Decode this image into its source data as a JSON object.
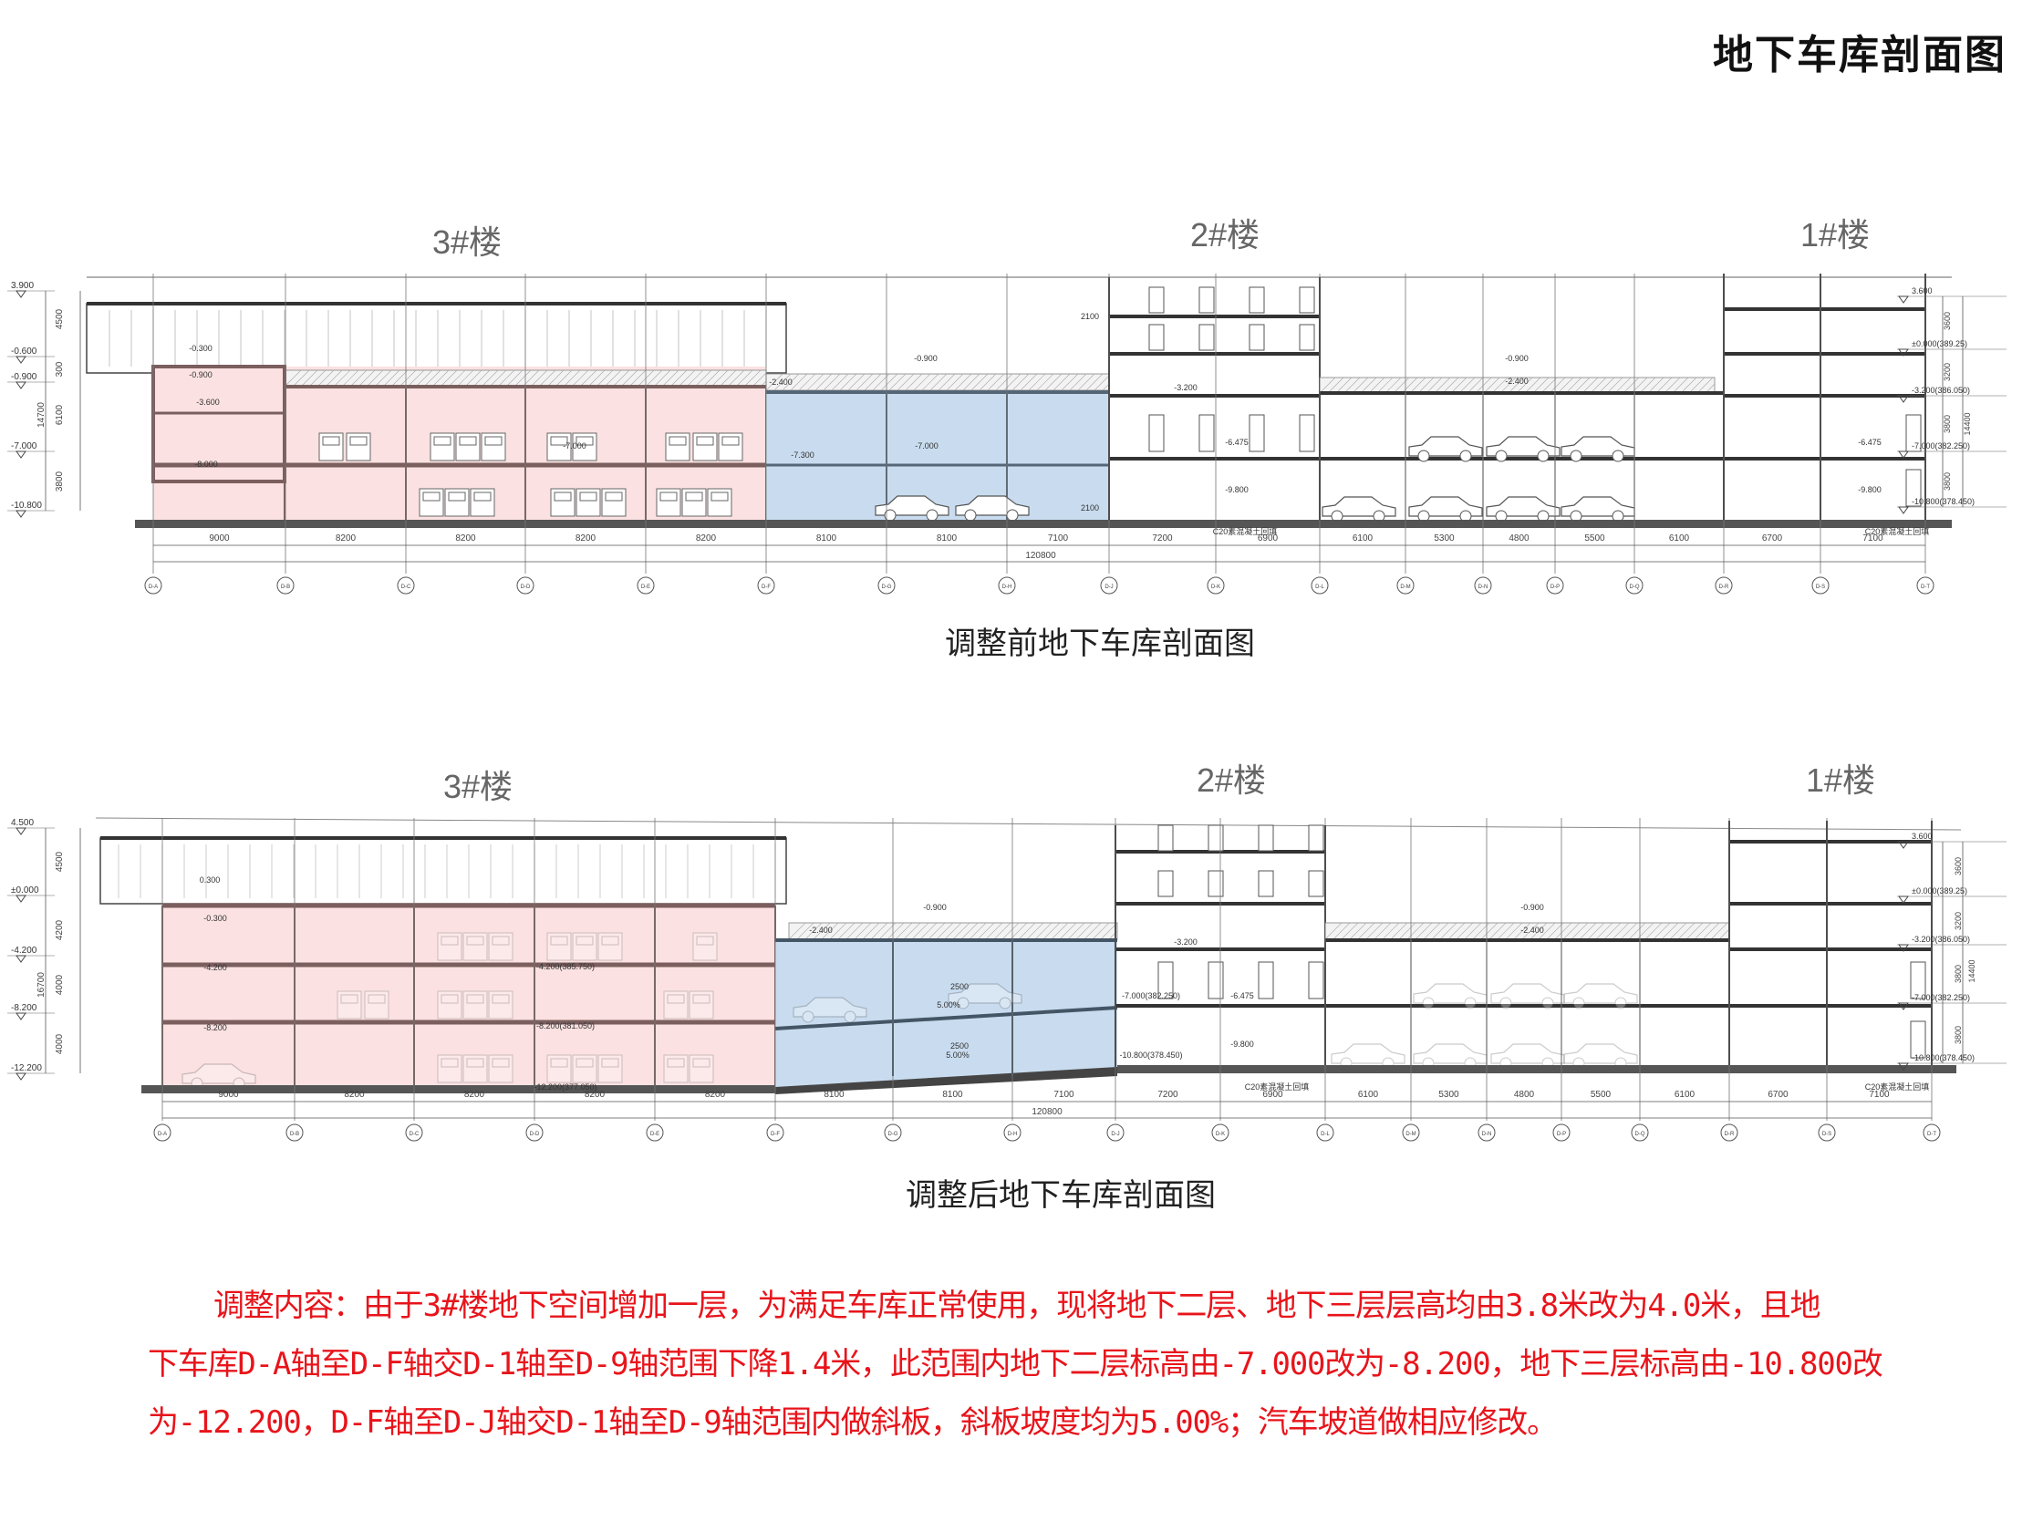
{
  "title": "地下车库剖面图",
  "colors": {
    "pink_zone": "#fbe1e1",
    "blue_zone": "#c9dcef",
    "note_text": "#e8141b",
    "line": "#3c3c3c",
    "wall": "#7b5e5e"
  },
  "before": {
    "caption": "调整前地下车库剖面图",
    "buildings": [
      "3#楼",
      "2#楼",
      "1#楼"
    ],
    "axes": [
      "D-A",
      "D-B",
      "D-C",
      "D-D",
      "D-E",
      "D-F",
      "D-G",
      "D-H",
      "D-J",
      "D-K",
      "D-L",
      "D-M",
      "D-N",
      "D-P",
      "D-Q",
      "D-R",
      "D-S",
      "D-T"
    ],
    "spans": [
      "9000",
      "8200",
      "8200",
      "8200",
      "8200",
      "8100",
      "8100",
      "7100",
      "7200",
      "6900",
      "6100",
      "5300",
      "4800",
      "5500",
      "6100",
      "6700",
      "7100"
    ],
    "total": "120800",
    "left_elevations": [
      "3.900",
      "-0.600",
      "-0.900",
      "-7.000",
      "-10.800"
    ],
    "left_dims": [
      "4500",
      "300",
      "14700",
      "6100",
      "3800"
    ],
    "right_elevations": [
      "3.600",
      "±0.000(389.25)",
      "-3.200(386.050)",
      "-7.000(382.250)",
      "-10.800(378.450)"
    ],
    "right_dims": [
      "3600",
      "3200",
      "14400",
      "3800",
      "3800"
    ],
    "labels": [
      "-0.300",
      "-0.900",
      "-3.600",
      "-8.000",
      "-7.000",
      "-7.300",
      "-7.000",
      "-2.400",
      "-0.900",
      "-0.900",
      "-2.400",
      "-3.200",
      "-6.475",
      "-9.800",
      "-6.475",
      "-9.800",
      "C20素混凝土回填",
      "C20素混凝土回填",
      "2100",
      "2100"
    ]
  },
  "after": {
    "caption": "调整后地下车库剖面图",
    "buildings": [
      "3#楼",
      "2#楼",
      "1#楼"
    ],
    "axes": [
      "D-A",
      "D-B",
      "D-C",
      "D-D",
      "D-E",
      "D-F",
      "D-G",
      "D-H",
      "D-J",
      "D-K",
      "D-L",
      "D-M",
      "D-N",
      "D-P",
      "D-Q",
      "D-R",
      "D-S",
      "D-T"
    ],
    "spans": [
      "9000",
      "8200",
      "8200",
      "8200",
      "8200",
      "8100",
      "8100",
      "7100",
      "7200",
      "6900",
      "6100",
      "5300",
      "4800",
      "5500",
      "6100",
      "6700",
      "7100"
    ],
    "total": "120800",
    "left_elevations": [
      "4.500",
      "±0.000",
      "-4.200",
      "-8.200",
      "-12.200"
    ],
    "left_dims": [
      "4500",
      "4200",
      "16700",
      "4000",
      "4000"
    ],
    "right_elevations": [
      "3.600",
      "±0.000(389.25)",
      "-3.200(386.050)",
      "-7.000(382.250)",
      "-10.800(378.450)"
    ],
    "right_dims": [
      "3600",
      "3200",
      "14400",
      "3800",
      "3800"
    ],
    "labels": [
      "0.300",
      "-0.300",
      "-4.200",
      "-8.200",
      "-4.200(385.750)",
      "-8.200(381.050)",
      "-12.200(377.050)",
      "-0.900",
      "-2.400",
      "5.00%",
      "5.00%",
      "2500",
      "2500",
      "-7.000(382.250)",
      "-10.800(378.450)",
      "-3.200",
      "-6.475",
      "-9.800",
      "-0.900",
      "-2.400",
      "C20素混凝土回填",
      "C20素混凝土回填"
    ]
  },
  "note": {
    "lines": [
      "调整内容：由于3#楼地下空间增加一层，为满足车库正常使用，现将地下二层、地下三层层高均由3.8米改为4.0米，且地",
      "下车库D-A轴至D-F轴交D-1轴至D-9轴范围下降1.4米，此范围内地下二层标高由-7.000改为-8.200，地下三层标高由-10.800改",
      "为-12.200，D-F轴至D-J轴交D-1轴至D-9轴范围内做斜板，斜板坡度均为5.00%；汽车坡道做相应修改。"
    ]
  }
}
